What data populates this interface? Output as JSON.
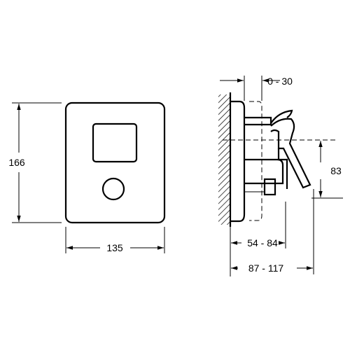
{
  "drawing": {
    "front_view": {
      "height_label": "166",
      "width_label": "135"
    },
    "side_view": {
      "offset_label": "0 - 30",
      "handle_height_label": "83",
      "depth_label_inner": "54 - 84",
      "depth_label_outer": "87 - 117"
    }
  }
}
